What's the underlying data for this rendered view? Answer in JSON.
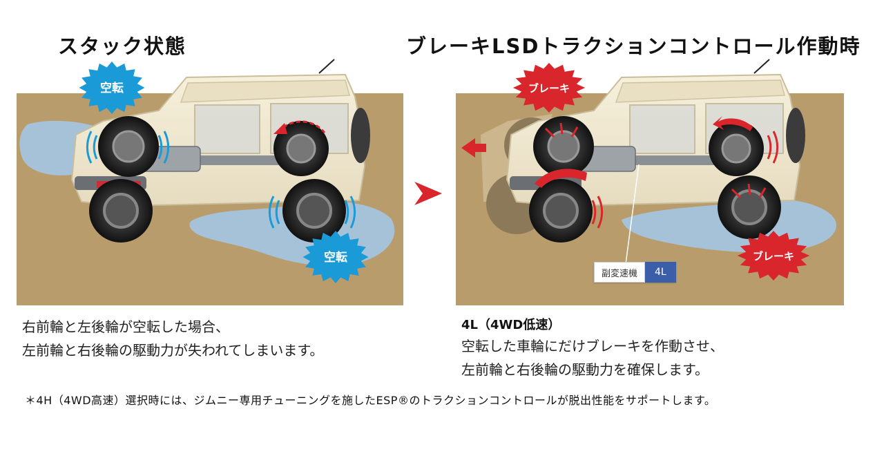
{
  "left": {
    "title": "スタック状態",
    "badge_top": "空転",
    "badge_bottom": "空転",
    "caption_line1": "右前輪と左後輪が空転した場合、",
    "caption_line2": "左前輪と右後輪の駆動力が失われてしまいます。"
  },
  "right": {
    "title": "ブレーキLSDトラクションコントロール作動時",
    "badge_top": "ブレーキ",
    "badge_bottom": "ブレーキ",
    "subtrans_label": "副変速機",
    "subtrans_value": "4L",
    "caption_head": "4L（4WD低速）",
    "caption_line1": "空転した車輪にだけブレーキを作動させ、",
    "caption_line2": "左前輪と右後輪の駆動力を確保します。"
  },
  "footnote": "＊4H（4WD高速）選択時には、ジムニー専用チューニングを施したESP®のトラクションコントロールが脱出性能をサポートします。",
  "colors": {
    "ground": "#b99c6c",
    "water": "#9fc1de",
    "body": "#efe6cc",
    "spin_badge": "#1a9ad6",
    "brake_badge": "#d8262c",
    "arrow": "#d8262c",
    "subtrans": "#3a5fa8"
  }
}
